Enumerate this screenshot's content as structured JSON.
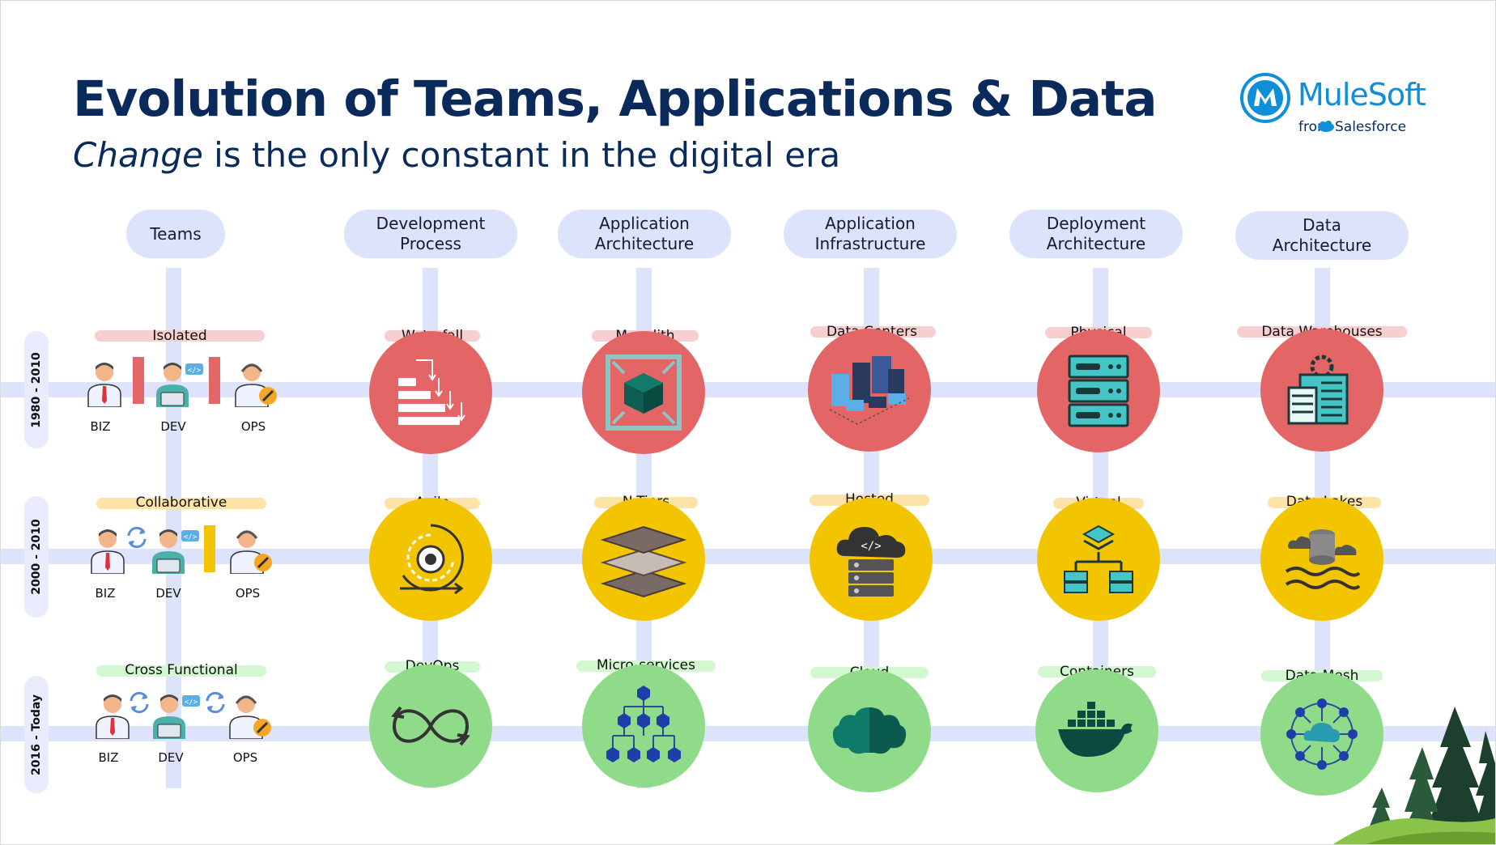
{
  "title": "Evolution of Teams, Applications & Data",
  "subtitle": {
    "emphasis": "Change",
    "rest": " is the only constant in the digital era"
  },
  "logo": {
    "name": "MuleSoft",
    "from": "from",
    "partner": "Salesforce"
  },
  "columns": [
    {
      "label": "Teams"
    },
    {
      "label": "Development\nProcess"
    },
    {
      "label": "Application\nArchitecture"
    },
    {
      "label": "Application\nInfrastructure"
    },
    {
      "label": "Deployment\nArchitecture"
    },
    {
      "label": "Data\nArchitecture"
    }
  ],
  "eras": [
    {
      "label": "1980 - 2010",
      "team_style": "Isolated",
      "roles": [
        "BIZ",
        "DEV",
        "OPS"
      ],
      "stages": [
        "Waterfall",
        "Monolith",
        "Data Centers",
        "Physical",
        "Data Warehouses"
      ]
    },
    {
      "label": "2000 - 2010",
      "team_style": "Collaborative",
      "roles": [
        "BIZ",
        "DEV",
        "OPS"
      ],
      "stages": [
        "Agile",
        "N-Tiers",
        "Hosted",
        "Virtual",
        "Data Lakes"
      ]
    },
    {
      "label": "2016 - Today",
      "team_style": "Cross Functional",
      "roles": [
        "BIZ",
        "DEV",
        "OPS"
      ],
      "stages": [
        "DevOps",
        "Micro-services",
        "Cloud",
        "Containers",
        "Data Mesh"
      ]
    }
  ],
  "colors": {
    "title": "#0b2a5c",
    "track": "#dce3fb",
    "era_1": "#e46566",
    "era_2": "#f2c500",
    "era_3": "#8fdb8a",
    "tag_1": "#f7cfd0",
    "tag_2": "#fde3a7",
    "tag_3": "#d3f7d0"
  },
  "icons": {
    "1980 - 2010": [
      "waterfall-icon",
      "monolith-cube-icon",
      "datacenter-servers-icon",
      "physical-server-rack-icon",
      "data-warehouse-icon"
    ],
    "2000 - 2010": [
      "agile-cycle-gear-icon",
      "layered-tiers-icon",
      "hosted-cloud-server-icon",
      "virtual-network-icon",
      "data-lake-icon"
    ],
    "2016 - Today": [
      "devops-infinity-icon",
      "microservices-hierarchy-icon",
      "cloud-icon",
      "docker-whale-icon",
      "data-mesh-network-icon"
    ]
  }
}
